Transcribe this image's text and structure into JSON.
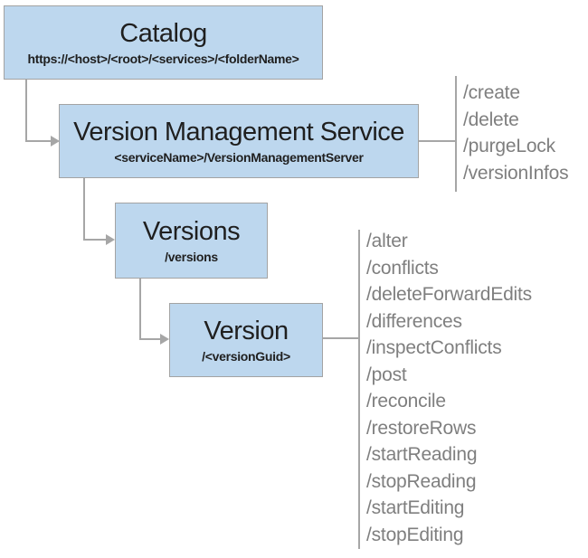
{
  "diagram": {
    "catalog": {
      "title": "Catalog",
      "subtitle": "https://<host>/<root>/<services>/<folderName>"
    },
    "vms": {
      "title": "Version Management Service",
      "subtitle": "<serviceName>/VersionManagementServer",
      "operations": [
        "/create",
        "/delete",
        "/purgeLock",
        "/versionInfos"
      ]
    },
    "versions": {
      "title": "Versions",
      "subtitle": "/versions"
    },
    "version": {
      "title": "Version",
      "subtitle": "/<versionGuid>",
      "operations": [
        "/alter",
        "/conflicts",
        "/deleteForwardEdits",
        "/differences",
        "/inspectConflicts",
        "/post",
        "/reconcile",
        "/restoreRows",
        "/startReading",
        "/stopReading",
        "/startEditing",
        "/stopEditing"
      ]
    },
    "colors": {
      "node_fill": "#bdd7ee",
      "node_border": "#a3a3a3",
      "connector": "#a6a6a6",
      "operation_text": "#7f7f7f",
      "title_text": "#1f1f1f"
    }
  }
}
